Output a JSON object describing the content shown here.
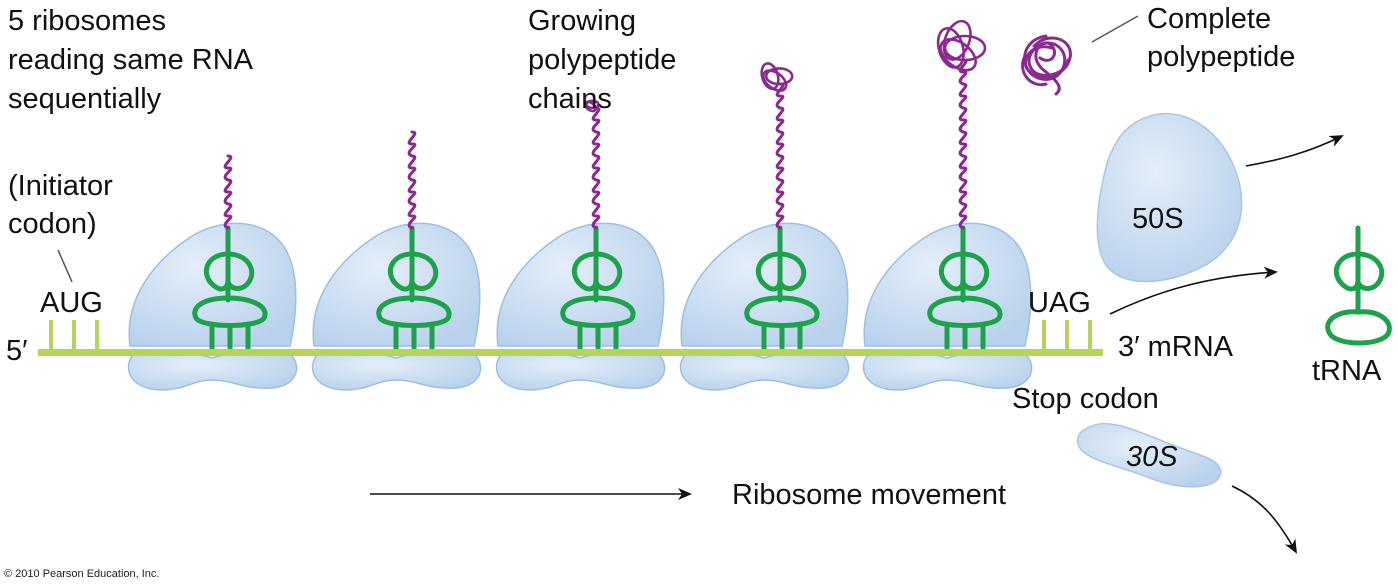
{
  "labels": {
    "ribosomes_line1": "5 ribosomes",
    "ribosomes_line2": "reading same RNA",
    "ribosomes_line3": "sequentially",
    "growing_line1": "Growing",
    "growing_line2": "polypeptide",
    "growing_line3": "chains",
    "complete_line1": "Complete",
    "complete_line2": "polypeptide",
    "initiator_line1": "(Initiator",
    "initiator_line2": "codon)",
    "start_codon": "AUG",
    "stop_codon_seq": "UAG",
    "five_prime": "5′",
    "three_prime_mrna": "3′ mRNA",
    "stop_codon": "Stop codon",
    "large_subunit": "50S",
    "small_subunit": "30S",
    "trna": "tRNA",
    "movement": "Ribosome movement",
    "copyright": "© 2010 Pearson Education, Inc."
  },
  "colors": {
    "mrna": "#b5d55a",
    "ribosome_fill": "#c6dcf1",
    "ribosome_edge": "#9fbfdf",
    "trna": "#1ea14b",
    "polypeptide": "#8a2a8f"
  },
  "ribosome_count": 5,
  "chain_lengths": [
    1,
    2,
    3,
    4,
    5
  ]
}
